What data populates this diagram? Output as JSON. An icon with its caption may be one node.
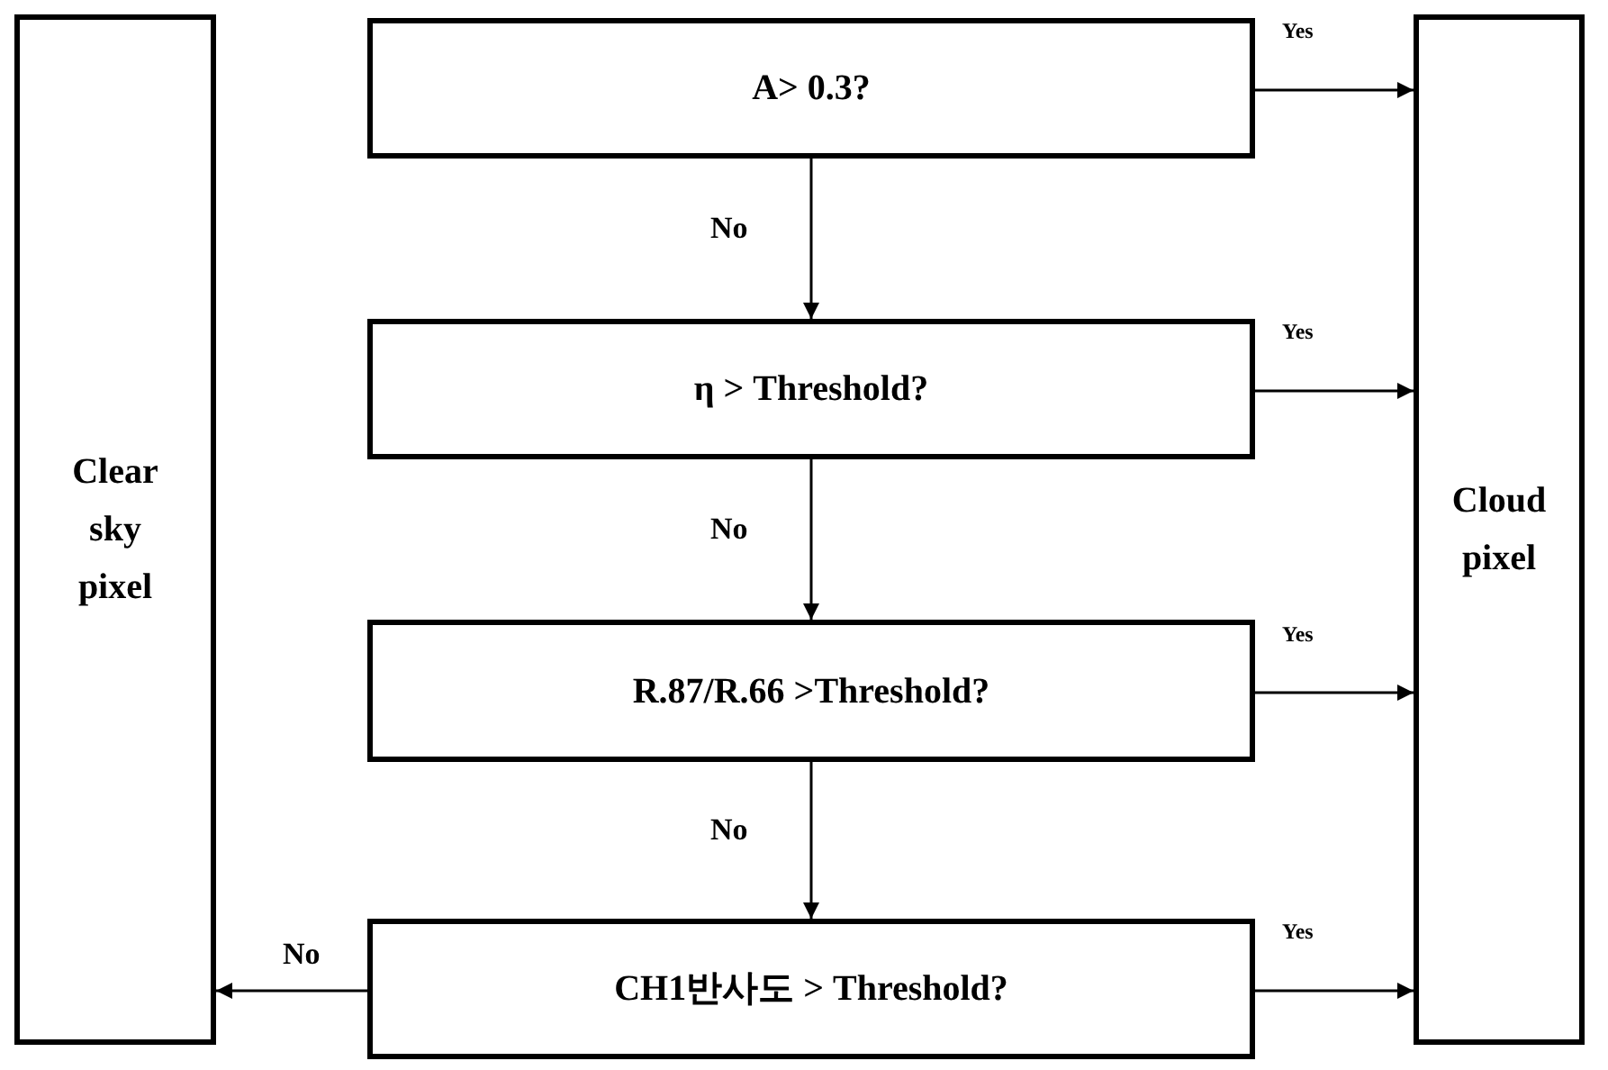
{
  "diagram": {
    "nodes": [
      {
        "text": [
          "Clear sky pixel"
        ]
      },
      {
        "text": [
          "A> 0.3?"
        ]
      },
      {
        "text": [
          "η > Threshold?"
        ]
      },
      {
        "text": [
          "R.87/R.66 >Threshold?"
        ]
      },
      {
        "text": [
          "CH1반사도 > Threshold?"
        ]
      },
      {
        "text": [
          "Cloud pixel"
        ]
      }
    ],
    "edges": [
      {
        "from": 1,
        "to": 5,
        "arrow": "to",
        "label": "Yes"
      },
      {
        "from": 1,
        "to": 2,
        "arrow": "to",
        "label": "No"
      },
      {
        "from": 2,
        "to": 5,
        "arrow": "to",
        "label": "Yes"
      },
      {
        "from": 2,
        "to": 3,
        "arrow": "to",
        "label": "No"
      },
      {
        "from": 3,
        "to": 5,
        "arrow": "to",
        "label": "Yes"
      },
      {
        "from": 3,
        "to": 4,
        "arrow": "to",
        "label": "No"
      },
      {
        "from": 4,
        "to": 5,
        "arrow": "to",
        "label": "Yes"
      },
      {
        "from": 4,
        "to": 0,
        "arrow": "to",
        "label": "No"
      }
    ]
  }
}
